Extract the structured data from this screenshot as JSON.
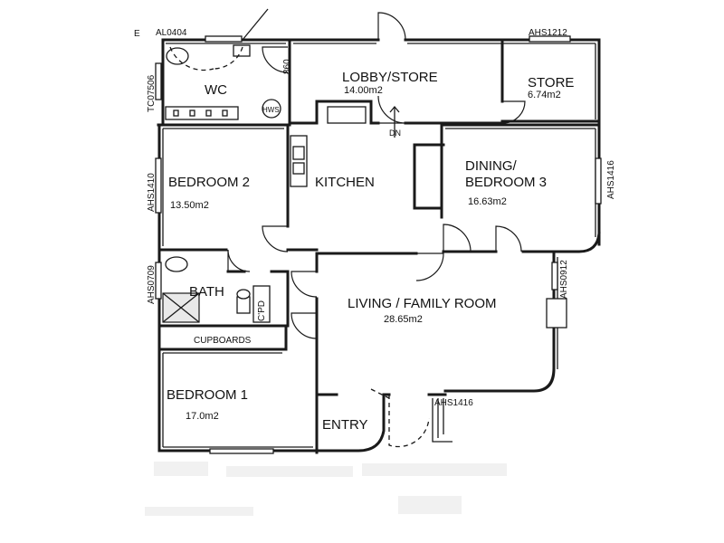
{
  "rooms": {
    "wc": {
      "label": "WC"
    },
    "lobby_store": {
      "label": "LOBBY/STORE",
      "area": "14.00m2"
    },
    "store": {
      "label": "STORE",
      "area": "6.74m2"
    },
    "bedroom2": {
      "label": "BEDROOM 2",
      "area": "13.50m2"
    },
    "kitchen": {
      "label": "KITCHEN"
    },
    "dining_bedroom3": {
      "label_line1": "DINING/",
      "label_line2": "BEDROOM 3",
      "area": "16.63m2"
    },
    "bath": {
      "label": "BATH"
    },
    "cpd": {
      "label": "C'PD"
    },
    "living": {
      "label": "LIVING / FAMILY ROOM",
      "area": "28.65m2"
    },
    "cupboards": {
      "label": "CUPBOARDS"
    },
    "bedroom1": {
      "label": "BEDROOM 1",
      "area": "17.0m2"
    },
    "entry": {
      "label": "ENTRY"
    }
  },
  "window_codes": {
    "al0404": "AL0404",
    "ahs1212": "AHS1212",
    "tc07506": "TC07506",
    "ahs1410": "AHS1410",
    "ahs1416_right": "AHS1416",
    "ahs0709": "AHS0709",
    "ahs0912": "AHS0912",
    "ahs1416_entry": "AHS1416"
  },
  "annotations": {
    "dim_860": "860",
    "hws": "HWS",
    "dn": "DN",
    "e": "E"
  }
}
